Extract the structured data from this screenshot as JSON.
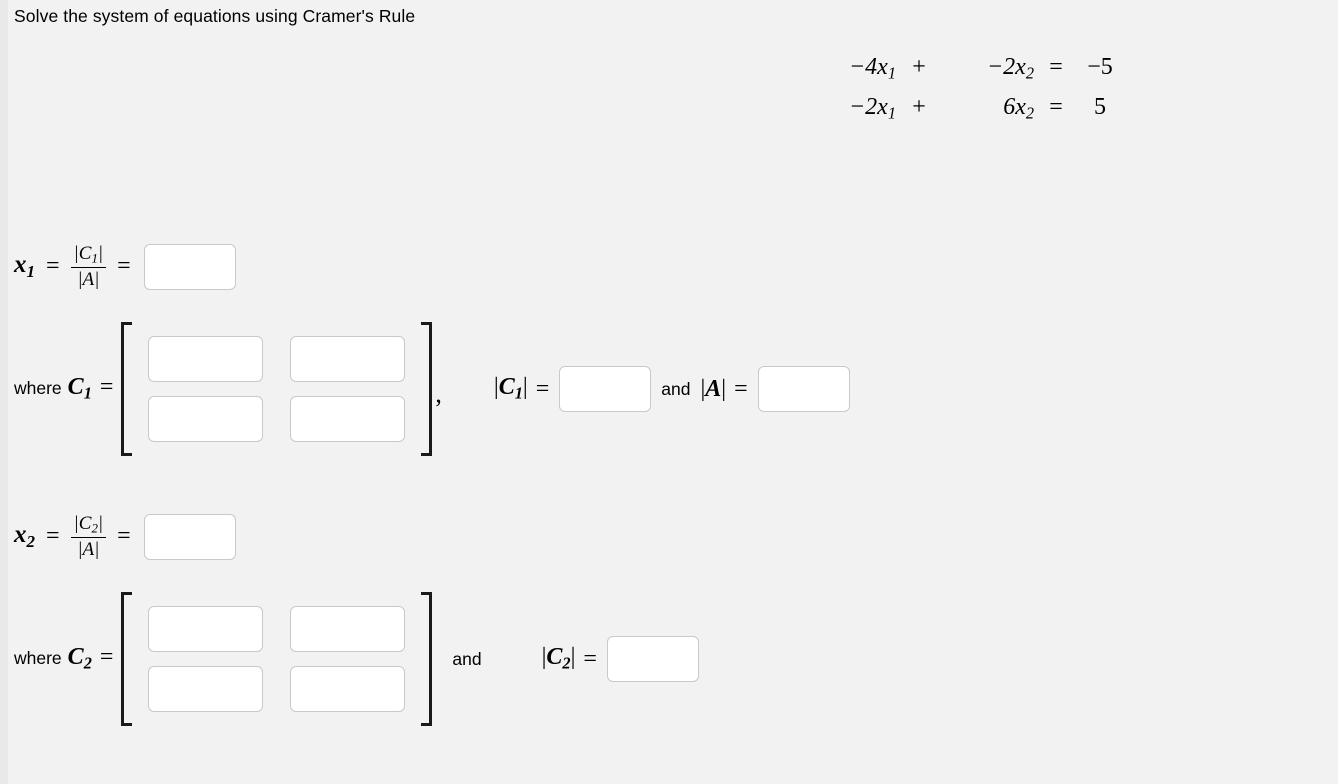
{
  "prompt": "Solve the system of equations using Cramer's Rule",
  "system": {
    "rows": [
      {
        "t1": "−4x",
        "t1sub": "1",
        "op": "+",
        "t2": "−2x",
        "t2sub": "2",
        "eq": "=",
        "rhs": "−5"
      },
      {
        "t1": "−2x",
        "t1sub": "1",
        "op": "+",
        "t2": "6x",
        "t2sub": "2",
        "eq": "=",
        "rhs": "5"
      }
    ]
  },
  "solve1": {
    "var": "x",
    "var_sub": "1",
    "eq1": "=",
    "numerator": "|C",
    "numerator_sub": "1",
    "numerator_end": "|",
    "denominator": "|A|",
    "eq2": "=",
    "answer_value": ""
  },
  "where1": {
    "where_text": "where",
    "matrix_name": "C",
    "matrix_name_sub": "1",
    "equals": "=",
    "cells": [
      "",
      "",
      "",
      ""
    ],
    "comma": ",",
    "det_label": "|C",
    "det_label_sub": "1",
    "det_label_end": "|",
    "det_equals": "=",
    "det_value": "",
    "and_text": "and",
    "detA_label": "|A|",
    "detA_equals": "=",
    "detA_value": ""
  },
  "solve2": {
    "var": "x",
    "var_sub": "2",
    "eq1": "=",
    "numerator": "|C",
    "numerator_sub": "2",
    "numerator_end": "|",
    "denominator": "|A|",
    "eq2": "=",
    "answer_value": ""
  },
  "where2": {
    "where_text": "where",
    "matrix_name": "C",
    "matrix_name_sub": "2",
    "equals": "=",
    "cells": [
      "",
      "",
      "",
      ""
    ],
    "and_text": "and",
    "det_label": "|C",
    "det_label_sub": "2",
    "det_label_end": "|",
    "det_equals": "=",
    "det_value": ""
  },
  "colors": {
    "page_background": "#f2f2f2",
    "input_background": "#ffffff",
    "input_border": "#c9c9c9",
    "text": "#000000",
    "bracket": "#1a1a1a"
  }
}
